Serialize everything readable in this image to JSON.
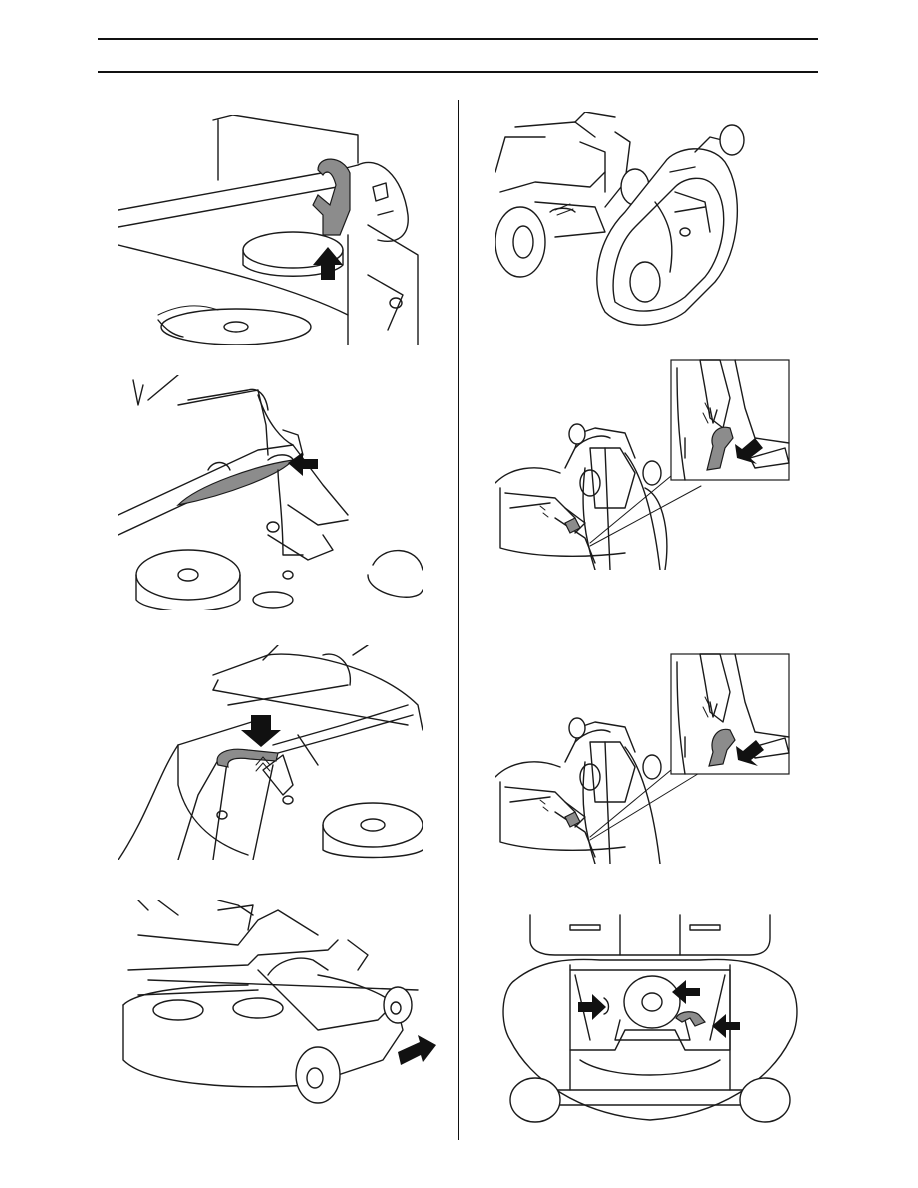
{
  "page": {
    "header_rule_count": 2,
    "column_divider": true
  },
  "figures": [
    {
      "id": "fig-left-1",
      "subject": "lift-hook",
      "arrow_direction": "up"
    },
    {
      "id": "fig-left-2",
      "subject": "release-strap",
      "arrow_direction": "left"
    },
    {
      "id": "fig-left-3",
      "subject": "hook-down-press",
      "arrow_direction": "down"
    },
    {
      "id": "fig-left-4",
      "subject": "pull-cutting-unit",
      "arrow_direction": "right"
    },
    {
      "id": "fig-right-1",
      "subject": "cutting-unit-raised-front",
      "arrow_direction": "none"
    },
    {
      "id": "fig-right-2",
      "subject": "side-latch-inset",
      "arrow_direction": "down-left"
    },
    {
      "id": "fig-right-3",
      "subject": "side-latch-inset",
      "arrow_direction": "down-left"
    },
    {
      "id": "fig-right-4",
      "subject": "top-view-belt-pins",
      "arrow_direction": "mixed"
    }
  ],
  "icons": [
    "black-arrow-icon"
  ],
  "colors": {
    "line": "#1a1a1a",
    "highlight": "#8c8c8c",
    "arrow": "#111111"
  }
}
